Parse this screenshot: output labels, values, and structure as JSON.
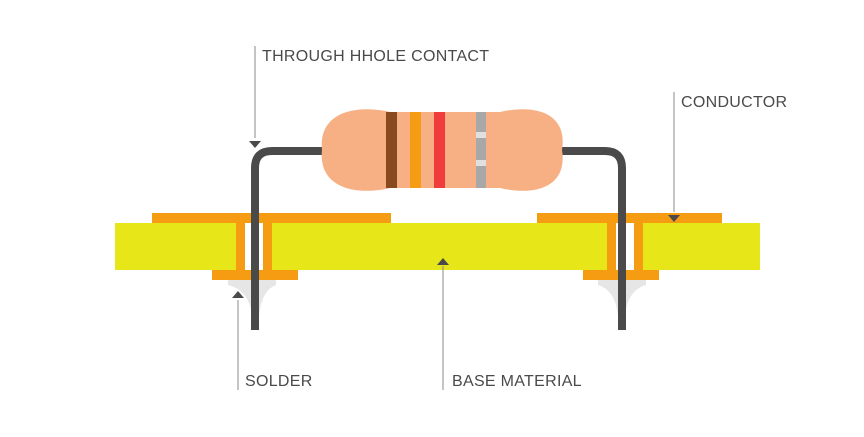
{
  "labels": {
    "through_hole": "THROUGH HHOLE CONTACT",
    "conductor": "CONDUCTOR",
    "solder": "SOLDER",
    "base_material": "BASE MATERIAL"
  },
  "colors": {
    "base_material": "#e6e619",
    "conductor_pad": "#f59c12",
    "solder": "#e6e6e6",
    "lead_wire": "#4a4a4a",
    "resistor_body": "#f7b083",
    "band_1": "#8a4a1f",
    "band_2": "#f59c12",
    "band_3": "#f03c3c",
    "band_4": "#a8a8a8",
    "leader_line": "#8a8a8a",
    "label_text": "#4a4a4a"
  }
}
